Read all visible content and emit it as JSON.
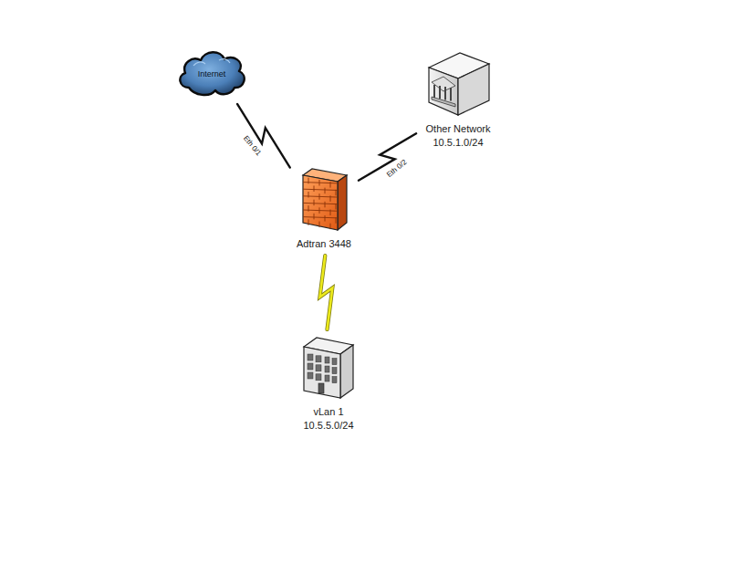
{
  "diagram": {
    "nodes": [
      {
        "text": [
          "Internet"
        ]
      },
      {
        "text": [
          "Other Network",
          "10.5.1.0/24"
        ]
      },
      {
        "text": [
          "Adtran 3448"
        ]
      },
      {
        "text": [
          "vLan 1",
          "10.5.5.0/24"
        ]
      }
    ],
    "edges": [
      {
        "from": 0,
        "to": 2,
        "label": "Eth 0/1",
        "arrow": "none"
      },
      {
        "from": 2,
        "to": 1,
        "label": "Eth 0/2",
        "arrow": "none"
      },
      {
        "from": 2,
        "to": 3,
        "arrow": "none"
      }
    ]
  }
}
